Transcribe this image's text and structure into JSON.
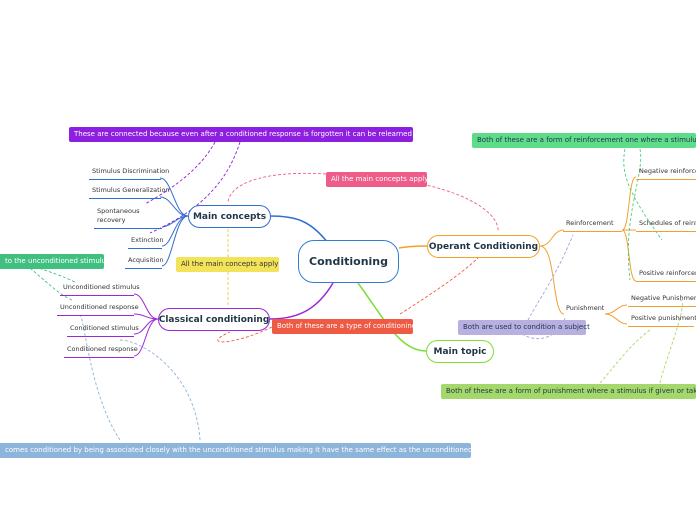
{
  "root": {
    "label": "Conditioning"
  },
  "topics": {
    "main_concepts": "Main concepts",
    "operant": "Operant Conditioning",
    "classical": "Classical conditioning",
    "main_topic": "Main topic"
  },
  "main_concepts_items": [
    "Stimulus Discrimination",
    "Stimulus Generalization",
    "Spontaneous recovery",
    "Extinction",
    "Acquisition"
  ],
  "classical_items": [
    "Unconditioned stimulus",
    "Unconditioned response",
    "Conditioned stimulus",
    "Conditioned response"
  ],
  "operant_items": {
    "reinforcement": "Reinforcement",
    "punishment": "Punishment",
    "negative_reinforcement": "Negative reinforcem",
    "schedules": "Schedules of reinfor",
    "positive_reinforcement": "Positive reinforcem",
    "negative_punishment": "Negative Punishment",
    "positive_punishment": "Positive punishment"
  },
  "callouts": {
    "relearned": "These are connected because even after a conditioned response is forgotten it can be relearned quick",
    "all_main_top": "All the main concepts apply",
    "all_main_left": "All the main concepts apply",
    "reinforcement_form": "Both of these are a form of reinforcement one where a stimulus is g",
    "type_conditioning": "Both of these  are a type of conditioning",
    "condition_subject": "Both are used to condition a subject",
    "unconditioned_stimulus": "to the unconditioned stimulus",
    "punishment_form": "Both of these are a form of punishment where a stimulus if given or taken a",
    "becomes_conditioned": "comes conditioned by being associated closely with the unconditioned stimulus making it have the same effect as the unconditioned stimulus"
  },
  "colors": {
    "main_concepts": "#2f6fd0",
    "operant": "#f5a02a",
    "classical": "#9b27d8",
    "main_topic": "#7cde35",
    "reinforcement": "#f0a030",
    "purple_callout": "#8d1fe0",
    "pink_callout": "#ee5c8a",
    "yellow_callout": "#f2e35a",
    "green_callout": "#5fdc8a",
    "red_callout": "#ee5a44",
    "lavender_callout": "#b8b0e0",
    "lime_callout": "#a5d86a",
    "blue_callout": "#8db4da"
  }
}
